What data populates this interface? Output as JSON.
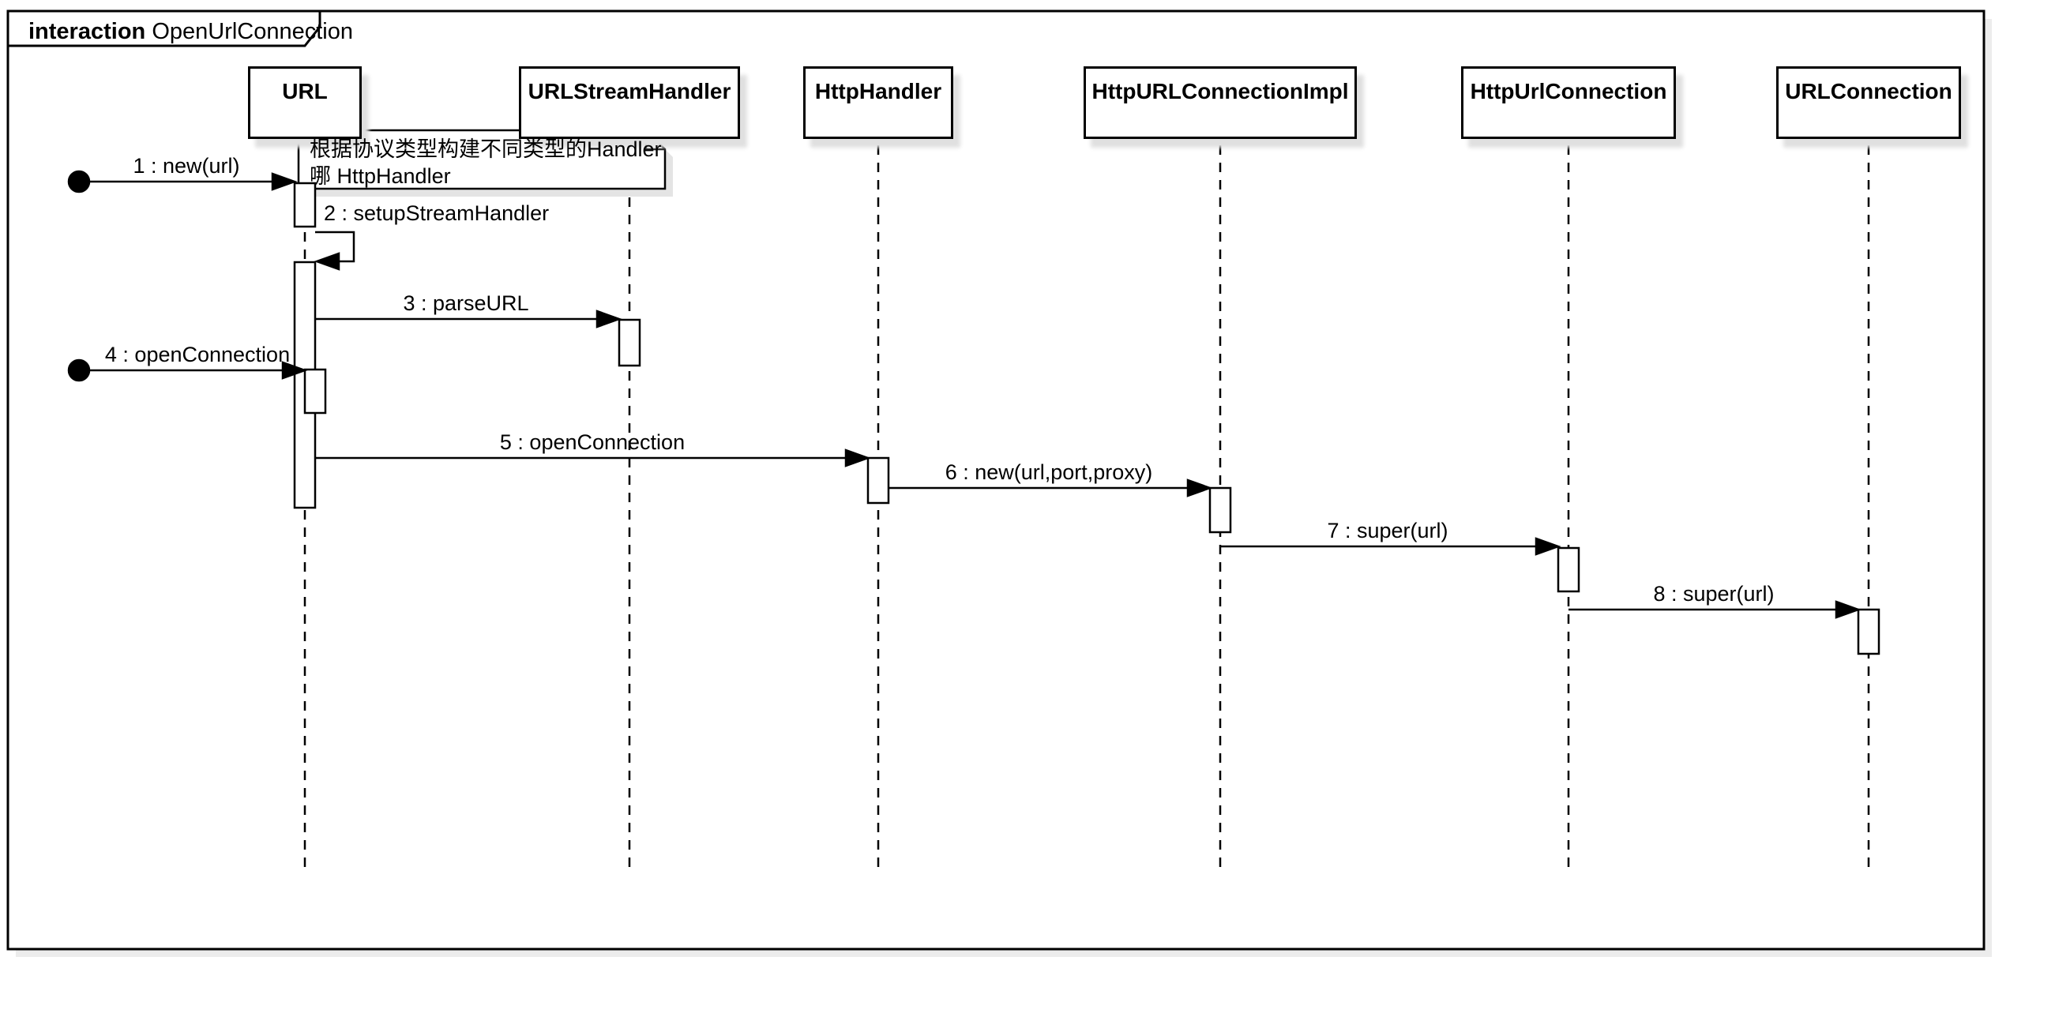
{
  "frame": {
    "title_keyword": "interaction",
    "title_name": "OpenUrlConnection"
  },
  "lifelines": [
    {
      "name": "URL"
    },
    {
      "name": "URLStreamHandler"
    },
    {
      "name": "HttpHandler"
    },
    {
      "name": "HttpURLConnectionImpl"
    },
    {
      "name": "HttpUrlConnection"
    },
    {
      "name": "URLConnection"
    }
  ],
  "note": {
    "line1": "根据协议类型构建不同类型的Handler",
    "line2": "哪 HttpHandler"
  },
  "messages": [
    {
      "label": "1 : new(url)"
    },
    {
      "label": "2 : setupStreamHandler"
    },
    {
      "label": "3 : parseURL"
    },
    {
      "label": "4 : openConnection"
    },
    {
      "label": "5 : openConnection"
    },
    {
      "label": "6 : new(url,port,proxy)"
    },
    {
      "label": "7 : super(url)"
    },
    {
      "label": "8 : super(url)"
    }
  ],
  "colors": {
    "line": "#000000",
    "background": "#ffffff",
    "shadow": "#e0e0e0"
  }
}
